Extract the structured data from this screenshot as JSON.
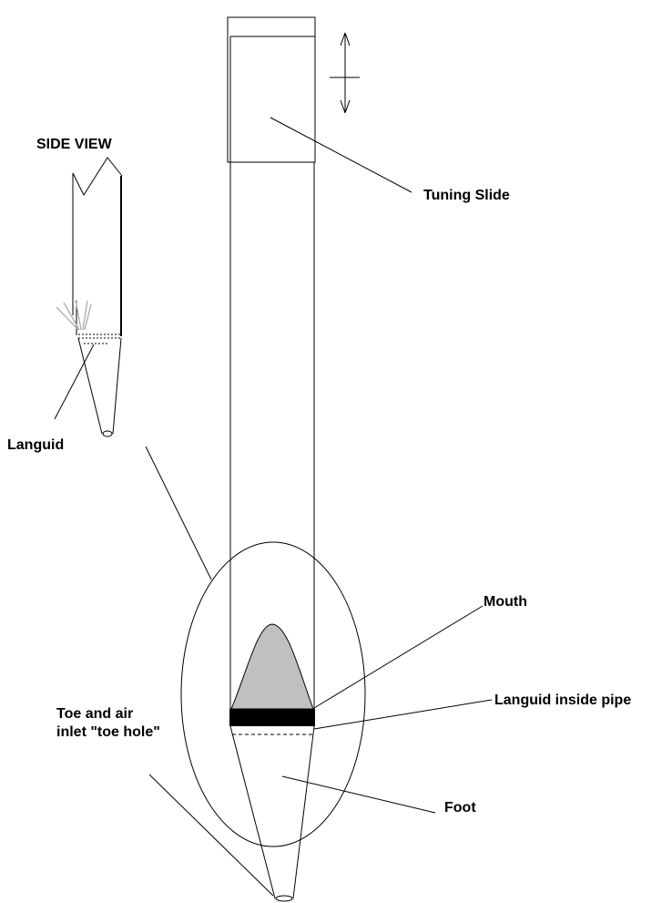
{
  "labels": {
    "side_view": "SIDE VIEW",
    "tuning_slide": "Tuning Slide",
    "languid": "Languid",
    "mouth": "Mouth",
    "languid_inside": "Languid inside pipe",
    "toe_line1": "Toe and air",
    "toe_line2": "inlet \"toe hole\"",
    "foot": "Foot"
  },
  "colors": {
    "stroke": "#000000",
    "mouth_fill": "#c0c0c0",
    "languid_fill": "#000000",
    "air_lines": "#b0b0b0"
  }
}
